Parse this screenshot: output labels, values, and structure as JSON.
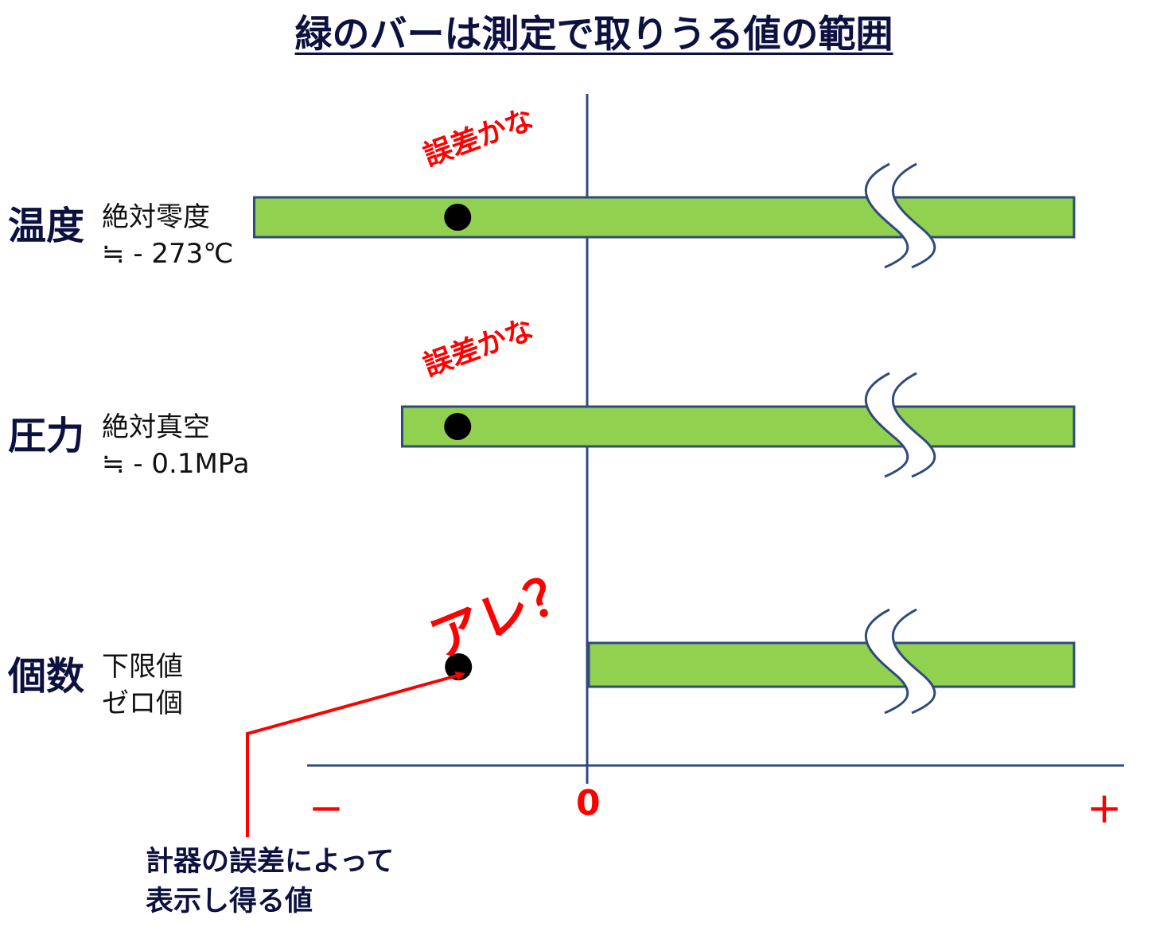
{
  "title": "緑のバーは測定で取りうる値の範囲",
  "rows": [
    {
      "category": "温度",
      "sub_line1": "絶対零度",
      "sub_line2": "≒ - 273℃",
      "annotation": "誤差かな",
      "bar_start_fraction": -0.9,
      "dot_fraction": -0.35
    },
    {
      "category": "圧力",
      "sub_line1": "絶対真空",
      "sub_line2": "≒ - 0.1MPa",
      "annotation": "誤差かな",
      "bar_start_fraction": -0.5,
      "dot_fraction": -0.35
    },
    {
      "category": "個数",
      "sub_line1": "下限値",
      "sub_line2": "ゼロ個",
      "annotation": "アレ？",
      "bar_start_fraction": 0,
      "dot_fraction": -0.35
    }
  ],
  "axis": {
    "minus_label": "－",
    "zero_label": "0",
    "plus_label": "＋"
  },
  "note": {
    "line1": "計器の誤差によって",
    "line2": "表示し得る値"
  },
  "colors": {
    "bar_fill": "#92d050",
    "bar_stroke": "#2f4b7c",
    "axis": "#2f4b7c",
    "annotation": "#ff0000",
    "text_dark": "#0d1140",
    "dot": "#000000"
  },
  "icons": {
    "break_mark": "wavy-break-icon",
    "dot": "measured-value-dot"
  }
}
